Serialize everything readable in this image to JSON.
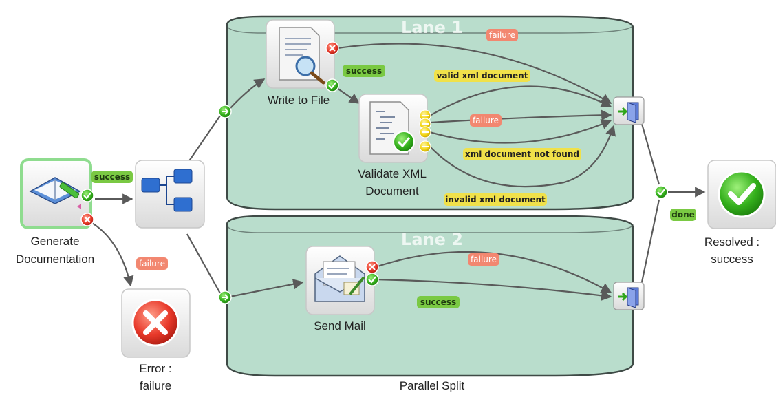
{
  "colors": {
    "lane_fill": "#b9ddcc",
    "lane_stroke": "#3f4a46",
    "edge": "#5a5a5a",
    "success_tag": "#7ac943",
    "failure_tag": "#f28770",
    "condition_tag": "#f0e14a",
    "selected_border": "#8fdc8f"
  },
  "lanes": {
    "lane1_title": "Lane 1",
    "lane2_title": "Lane 2",
    "group_label": "Parallel Split"
  },
  "nodes": {
    "generate_line1": "Generate",
    "generate_line2": "Documentation",
    "write_to_file": "Write to File",
    "validate_line1": "Validate XML",
    "validate_line2": "Document",
    "send_mail": "Send Mail",
    "error_line1": "Error :",
    "error_line2": "failure",
    "resolved_line1": "Resolved :",
    "resolved_line2": "success"
  },
  "edge_labels": {
    "gen_success": "success",
    "gen_failure": "failure",
    "write_failure": "failure",
    "write_success": "success",
    "valid_xml": "valid xml document",
    "validate_failure": "failure",
    "not_found": "xml document not found",
    "invalid_xml": "invalid xml document",
    "mail_failure": "failure",
    "mail_success": "success",
    "done": "done"
  },
  "icons": {
    "generate": "book-pencil-icon",
    "split": "parallel-split-icon",
    "write": "document-magnifier-icon",
    "validate": "xml-document-check-icon",
    "send_mail": "envelope-pencil-icon",
    "error": "error-x-icon",
    "resolved": "success-check-icon",
    "lane_exit": "exit-door-icon",
    "lane_entry": "lane-entry-arrow-icon"
  }
}
